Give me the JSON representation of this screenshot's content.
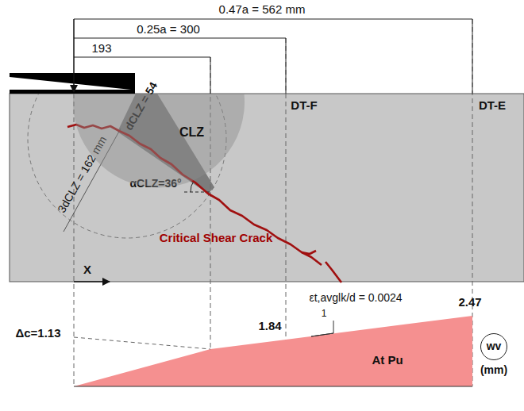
{
  "diagram": {
    "nodes": [
      {
        "text": [
          "CLZ"
        ]
      },
      {
        "text": [
          "wv",
          "(mm)"
        ]
      }
    ],
    "labels": [
      "0.47a = 562 mm",
      "0.25a = 300",
      "193",
      "DT-F",
      "DT-E",
      "dCLZ = 54",
      "3dCLZ = 162 mm",
      "αCLZ=36°",
      "Critical Shear Crack",
      "X",
      "εt,avglk/d = 0.0024",
      "1",
      "2.47",
      "1.84",
      "Δc=1.13",
      "At Pu"
    ]
  }
}
